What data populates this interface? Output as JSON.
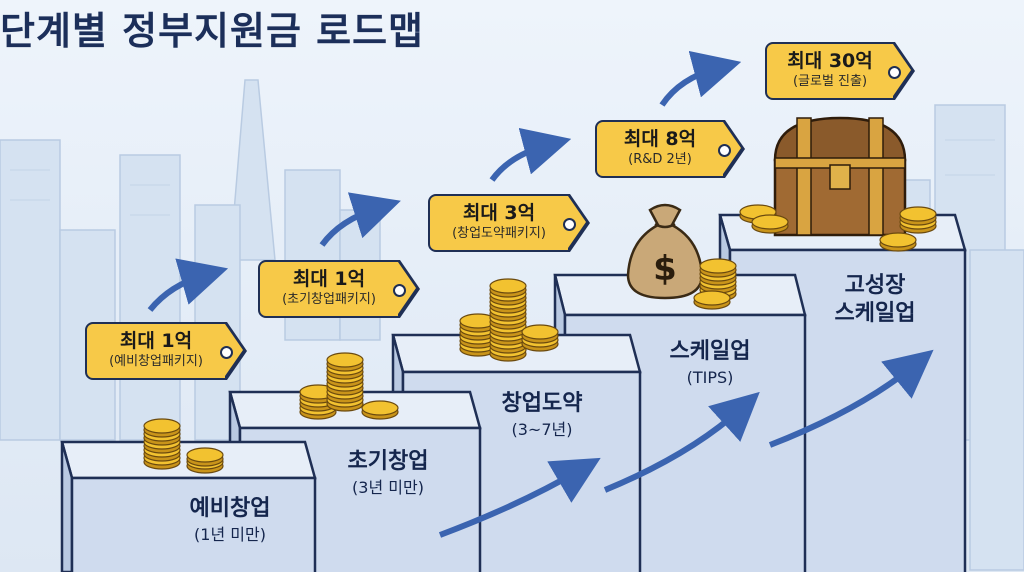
{
  "title": "단계별 정부지원금 로드맵",
  "stages": [
    {
      "name": "예비창업",
      "period": "(1년 미만)",
      "amount": "최대 1억",
      "package": "(예비창업패키지)"
    },
    {
      "name": "초기창업",
      "period": "(3년 미만)",
      "amount": "최대 1억",
      "package": "(초기창업패키지)"
    },
    {
      "name": "창업도약",
      "period": "(3~7년)",
      "amount": "최대 3억",
      "package": "(창업도약패키지)"
    },
    {
      "name": "스케일업",
      "period": "(TIPS)",
      "amount": "최대 8억",
      "package": "(R&D 2년)"
    },
    {
      "name": "고성장\n스케일업",
      "period": "",
      "amount": "최대 30억",
      "package": "(글로벌 진출)"
    }
  ],
  "colors": {
    "title": "#1c2f5a",
    "tag": "#f7c948",
    "arrow": "#3b64b0",
    "block_top": "#dde6f2",
    "block_front": "#c9d7eb",
    "coin": "#f2c230"
  },
  "icons": [
    "coin-stack-icon",
    "money-bag-icon",
    "treasure-chest-icon",
    "arrow-icon"
  ]
}
